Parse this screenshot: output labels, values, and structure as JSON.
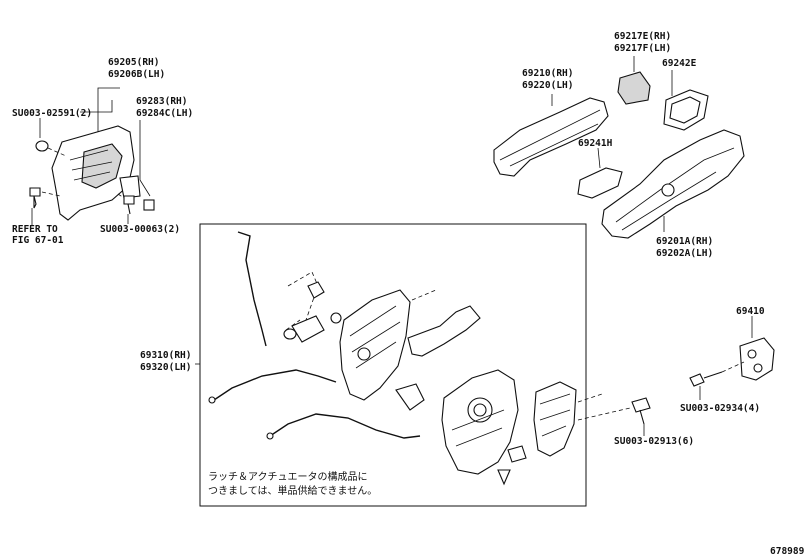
{
  "labels": {
    "p69205": "69205(RH)",
    "p69206b": "69206B(LH)",
    "s0002591": "SU003-02591(2)",
    "p69283": "69283(RH)",
    "p69284c": "69284C(LH)",
    "refer": "REFER TO",
    "fig": "FIG 67-01",
    "s0000063": "SU003-00063(2)",
    "p69210": "69210(RH)",
    "p69220": "69220(LH)",
    "p69217e": "69217E(RH)",
    "p69217f": "69217F(LH)",
    "p69242e": "69242E",
    "p69241h": "69241H",
    "p69201a": "69201A(RH)",
    "p69202a": "69202A(LH)",
    "p69310": "69310(RH)",
    "p69320": "69320(LH)",
    "p69410": "69410",
    "s0002934": "SU003-02934(4)",
    "s0002913": "SU003-02913(6)",
    "note_line1": "ラッチ＆アクチュエータの構成品に",
    "note_line2": "つきましては、単品供給できません。",
    "diagram_id": "678989"
  }
}
